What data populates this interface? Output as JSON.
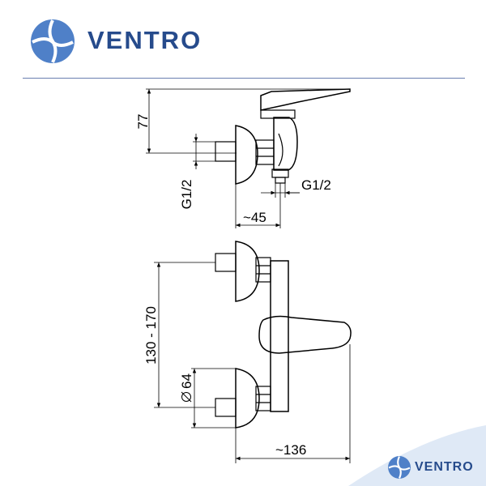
{
  "brand": {
    "name": "VENTRO",
    "primary_color": "#264b8c",
    "accent_color": "#4f80c8"
  },
  "dimensions": {
    "height_77": "77",
    "thread_left": "G1/2",
    "thread_right": "G1/2",
    "depth_45": "~45",
    "spacing": "130 - 170",
    "diameter_64": "64",
    "width_136": "~136"
  }
}
